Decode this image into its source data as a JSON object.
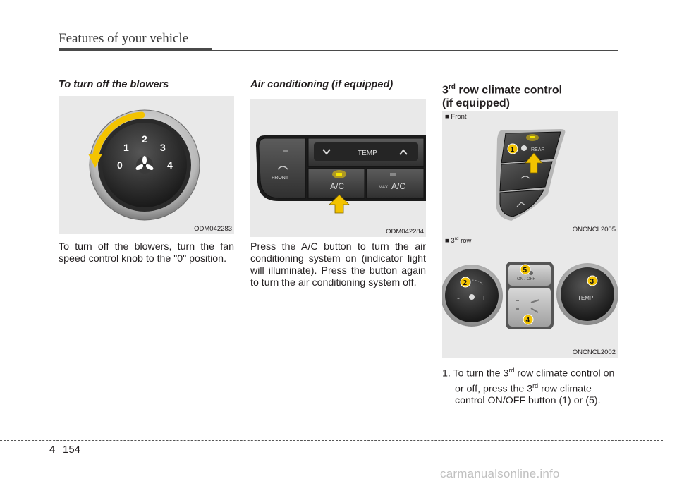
{
  "header": {
    "title": "Features of your vehicle"
  },
  "col1": {
    "heading": "To turn off the blowers",
    "figure_code": "ODM042283",
    "knob_labels": [
      "0",
      "1",
      "2",
      "3",
      "4"
    ],
    "body": "To turn off the blowers, turn the fan speed control knob to the \"0\" position."
  },
  "col2": {
    "heading": "Air conditioning (if equipped)",
    "figure_code": "ODM042284",
    "panel_labels": {
      "temp": "TEMP",
      "front": "FRONT",
      "ac": "A/C",
      "max": "MAX",
      "max_ac": "A/C"
    },
    "body": "Press the A/C button to turn the air conditioning system on (indicator light will illuminate). Press the button again to turn the air conditioning system off."
  },
  "col3": {
    "heading_sup": "rd",
    "heading_num": "3",
    "heading_rest": " row climate control",
    "heading_line2": "(if equipped)",
    "front_label": "Front",
    "front_code": "ONCNCL2005",
    "front_callout": "1",
    "front_rear_label": "REAR",
    "row3_label_num": "3",
    "row3_label_sup": "rd",
    "row3_label_rest": " row",
    "row3_code": "ONCNCL2002",
    "row3_callouts": [
      "2",
      "3",
      "4",
      "5"
    ],
    "row3_onoff": "ON / OFF",
    "row3_temp": "TEMP",
    "list_item": {
      "num": "1.",
      "part1": " To turn the 3",
      "sup1": "rd",
      "part2": " row climate control on or off, press the 3",
      "sup2": "rd",
      "part3": " row climate control ON/OFF button (1) or (5)."
    }
  },
  "footer": {
    "chapter": "4",
    "page": "154",
    "watermark": "carmanualsonline.info"
  }
}
